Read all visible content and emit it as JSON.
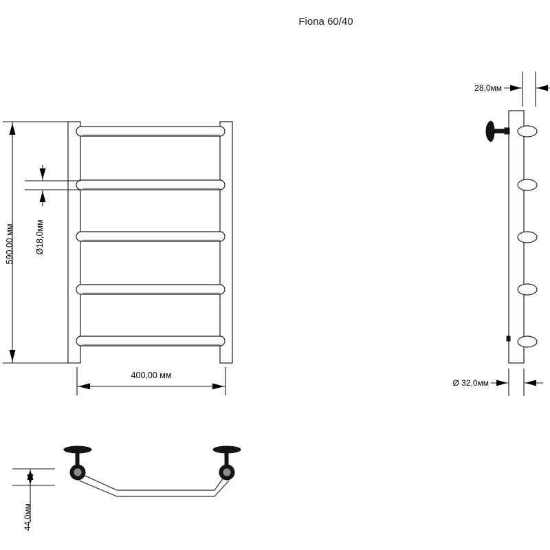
{
  "document": {
    "title": "Fiona 60/40",
    "type": "technical-drawing",
    "background_color": "#ffffff",
    "line_color": "#1a1a1a"
  },
  "views": {
    "front": {
      "name": "front-elevation",
      "rung_count": 5,
      "dimensions": {
        "height": "590.00 мм",
        "width": "400,00 мм",
        "rung_diameter": "Ø18,0мм"
      }
    },
    "side": {
      "name": "side-elevation",
      "rung_count": 5,
      "dimensions": {
        "depth": "28,0мм",
        "rail_diameter": "Ø 32,0мм"
      }
    },
    "plan": {
      "name": "plan-view",
      "bracket_count": 2,
      "dimensions": {
        "offset": "44,0мм"
      }
    }
  },
  "labels": {
    "height": "590.00 мм",
    "width": "400,00 мм",
    "rung_diameter": "Ø18,0мм",
    "depth": "28,0мм",
    "rail_diameter": "Ø 32,0мм",
    "offset": "44,0мм"
  }
}
